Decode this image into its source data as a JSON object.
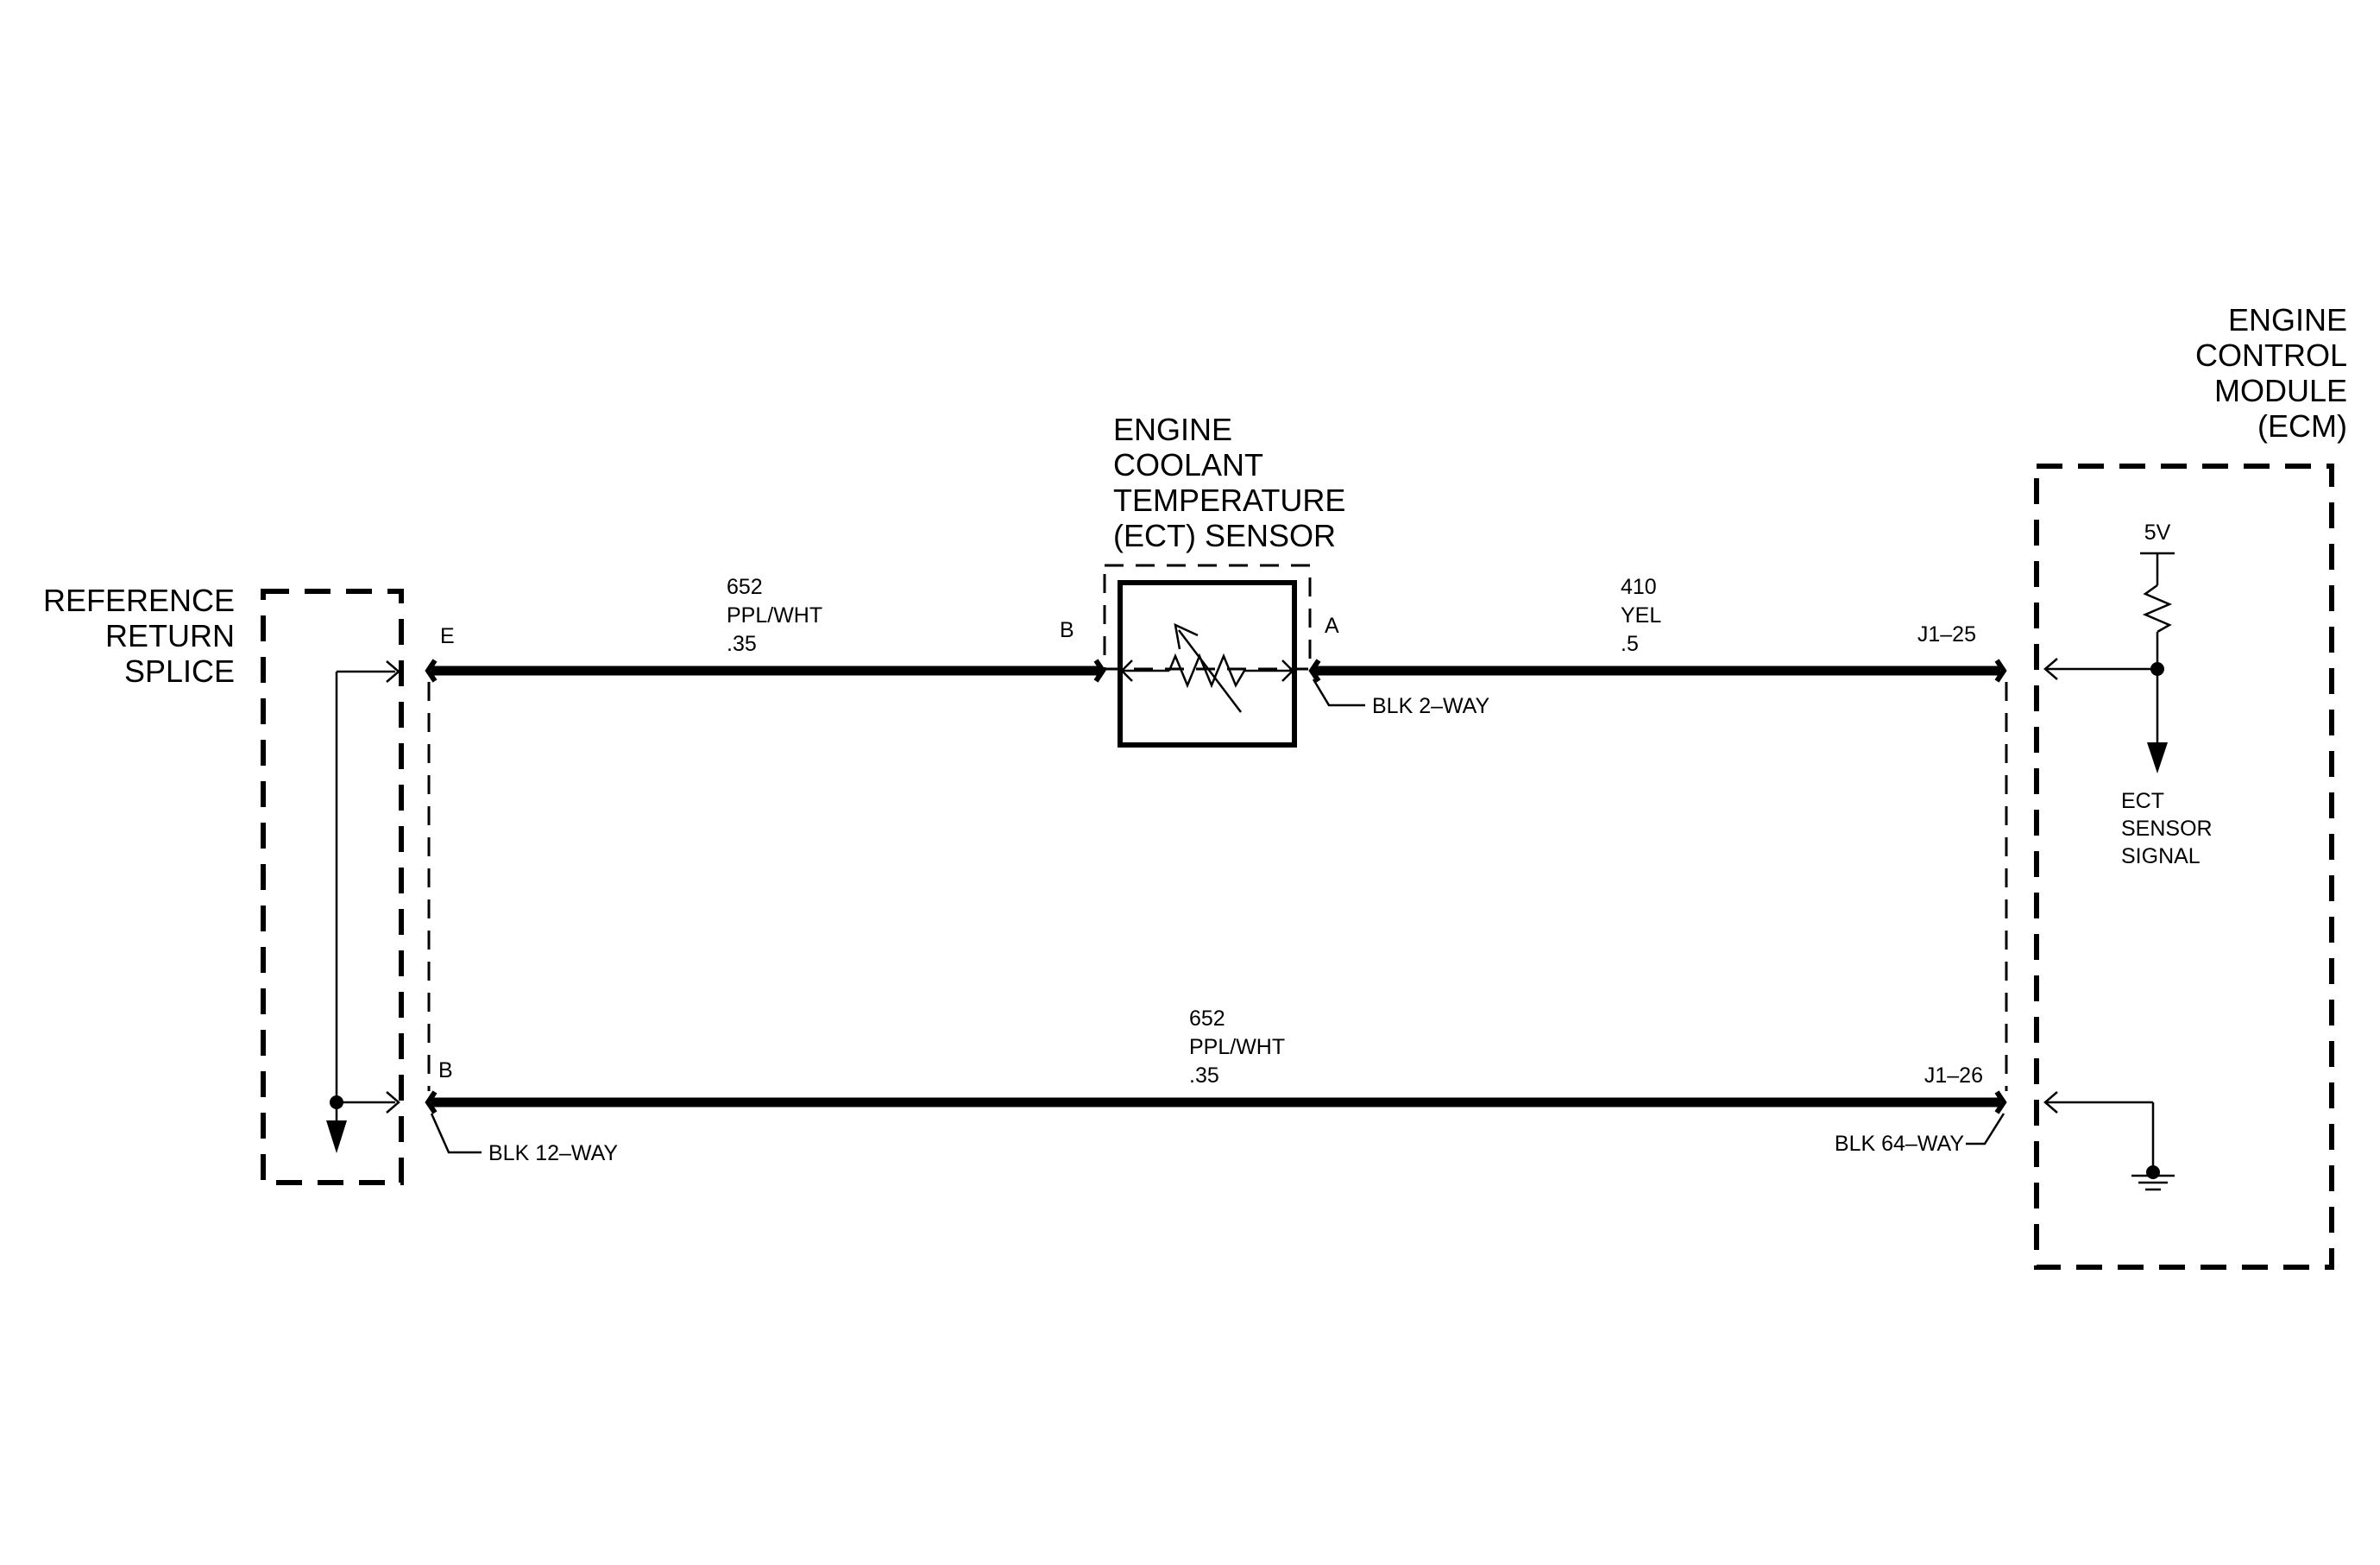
{
  "components": {
    "reference_return_splice": {
      "lines": [
        "REFERENCE",
        "RETURN",
        "SPLICE"
      ]
    },
    "ect_sensor": {
      "lines": [
        "ENGINE",
        "COOLANT",
        "TEMPERATURE",
        "(ECT) SENSOR"
      ]
    },
    "ecm": {
      "lines": [
        "ENGINE",
        "CONTROL",
        "MODULE",
        "(ECM)"
      ]
    }
  },
  "wires": {
    "top_left": {
      "circuit": "652",
      "color": "PPL/WHT",
      "gauge": ".35"
    },
    "top_right": {
      "circuit": "410",
      "color": "YEL",
      "gauge": ".5"
    },
    "bottom": {
      "circuit": "652",
      "color": "PPL/WHT",
      "gauge": ".35"
    }
  },
  "pins": {
    "splice_top": "E",
    "sensor_left": "B",
    "sensor_right": "A",
    "ecm_top": "J1–25",
    "splice_bottom": "B",
    "ecm_bottom": "J1–26"
  },
  "connectors": {
    "sensor": "BLK 2–WAY",
    "splice": "BLK 12–WAY",
    "ecm": "BLK 64–WAY"
  },
  "ecm_internal": {
    "supply": "5V",
    "signal_lines": [
      "ECT",
      "SENSOR",
      "SIGNAL"
    ]
  }
}
